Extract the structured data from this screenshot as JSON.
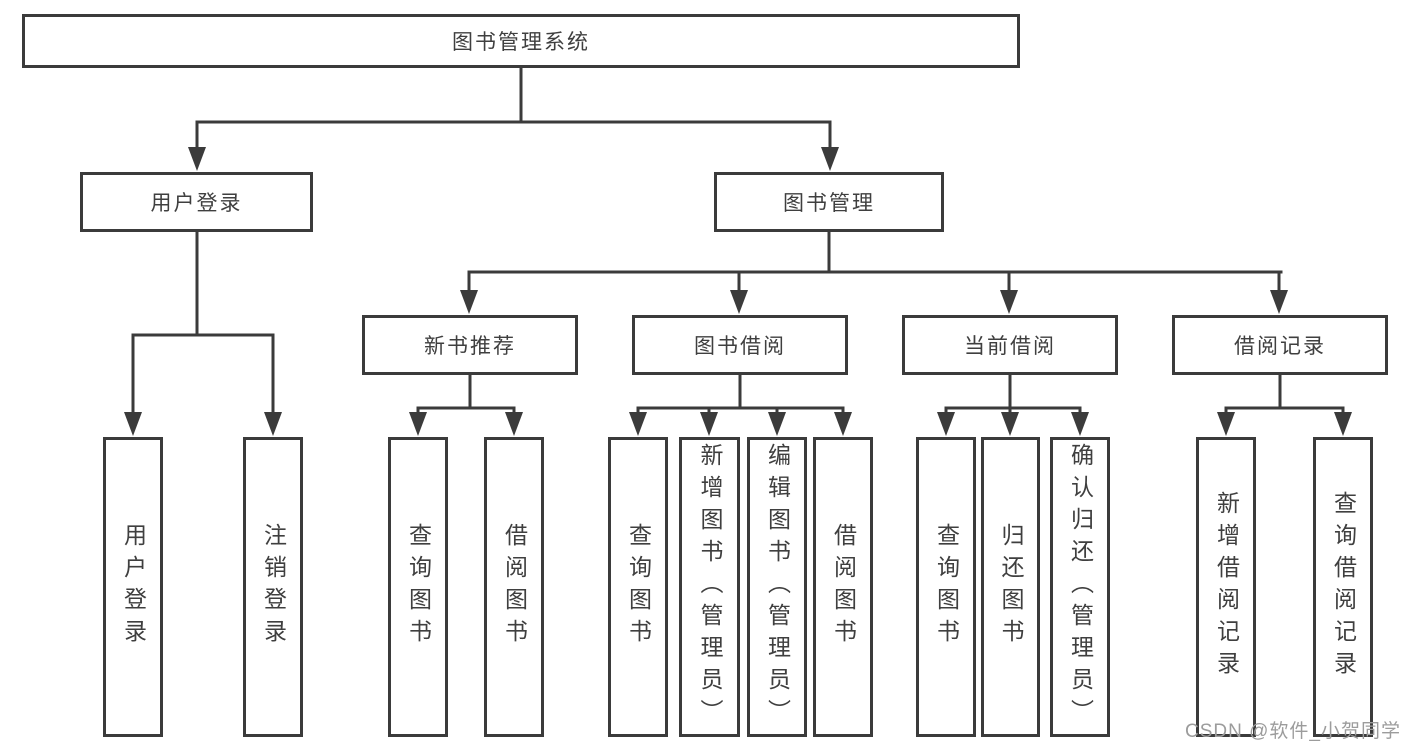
{
  "tree": {
    "root": {
      "label": "图书管理系统",
      "children": [
        {
          "label": "用户登录",
          "children": [
            {
              "label": "用户登录"
            },
            {
              "label": "注销登录"
            }
          ]
        },
        {
          "label": "图书管理",
          "children": [
            {
              "label": "新书推荐",
              "children": [
                {
                  "label": "查询图书"
                },
                {
                  "label": "借阅图书"
                }
              ]
            },
            {
              "label": "图书借阅",
              "children": [
                {
                  "label": "查询图书"
                },
                {
                  "label": "新增图书（管理员）"
                },
                {
                  "label": "编辑图书（管理员）"
                },
                {
                  "label": "借阅图书"
                }
              ]
            },
            {
              "label": "当前借阅",
              "children": [
                {
                  "label": "查询图书"
                },
                {
                  "label": "归还图书"
                },
                {
                  "label": "确认归还（管理员）"
                }
              ]
            },
            {
              "label": "借阅记录",
              "children": [
                {
                  "label": "新增借阅记录"
                },
                {
                  "label": "查询借阅记录"
                }
              ]
            }
          ]
        }
      ]
    }
  },
  "watermark": "CSDN @软件_小贺同学",
  "colors": {
    "line": "#3b3b3b",
    "text": "#3f3f3f",
    "watermark": "#9c9c9c",
    "background": "#ffffff"
  }
}
